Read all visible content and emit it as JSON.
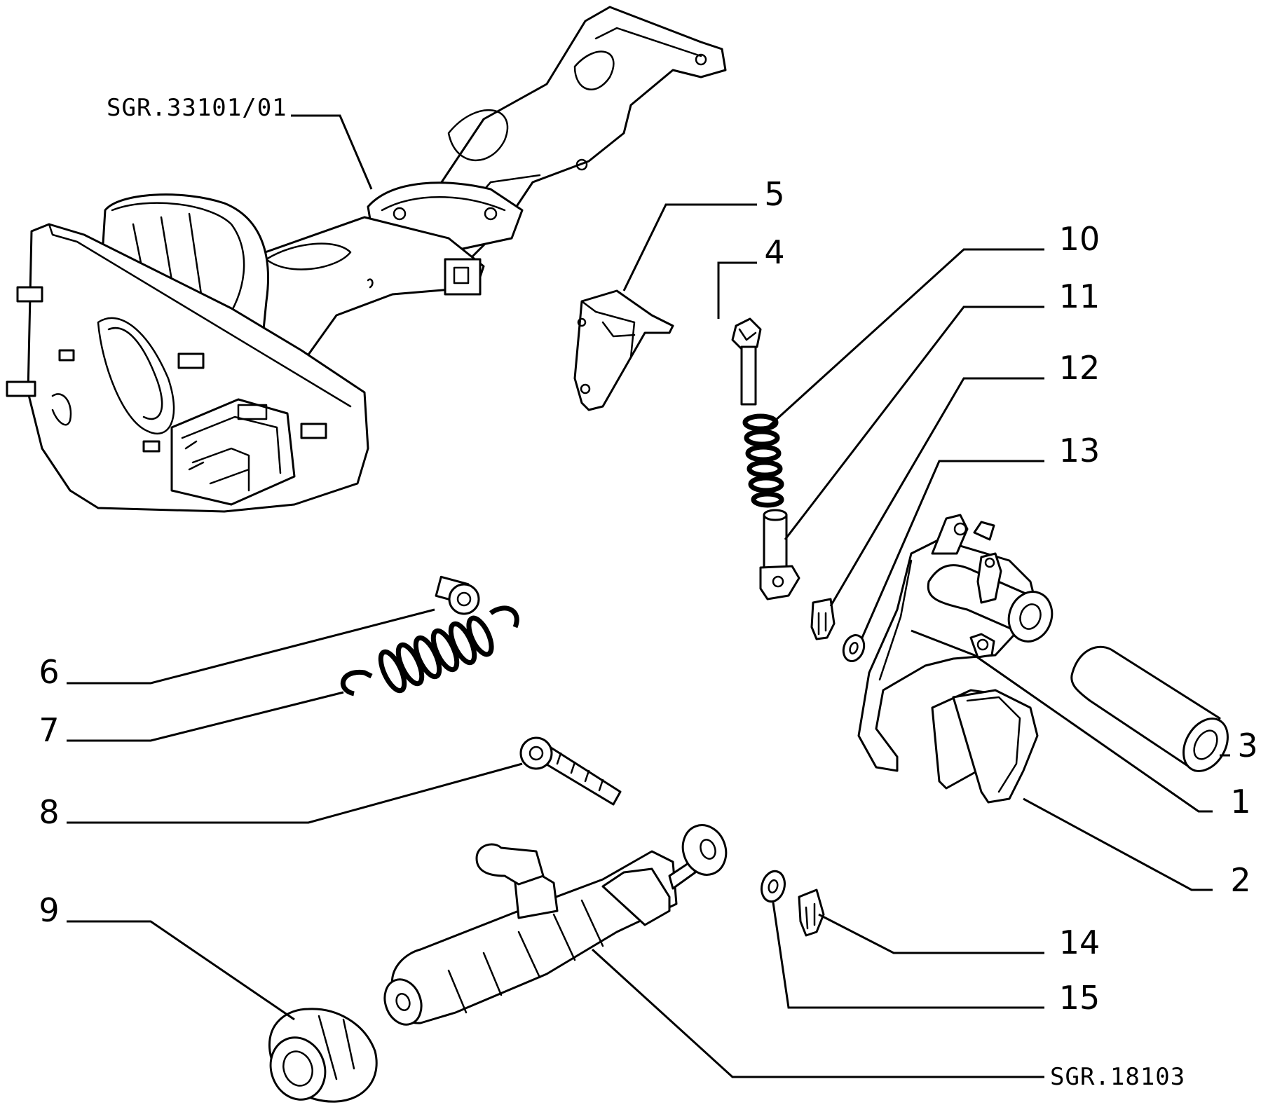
{
  "references": {
    "upper": "SGR.33101/01",
    "lower": "SGR.18103"
  },
  "callouts": {
    "n1": "1",
    "n2": "2",
    "n3": "3",
    "n4": "4",
    "n5": "5",
    "n6": "6",
    "n7": "7",
    "n8": "8",
    "n9": "9",
    "n10": "10",
    "n11": "11",
    "n12": "12",
    "n13": "13",
    "n14": "14",
    "n15": "15"
  }
}
